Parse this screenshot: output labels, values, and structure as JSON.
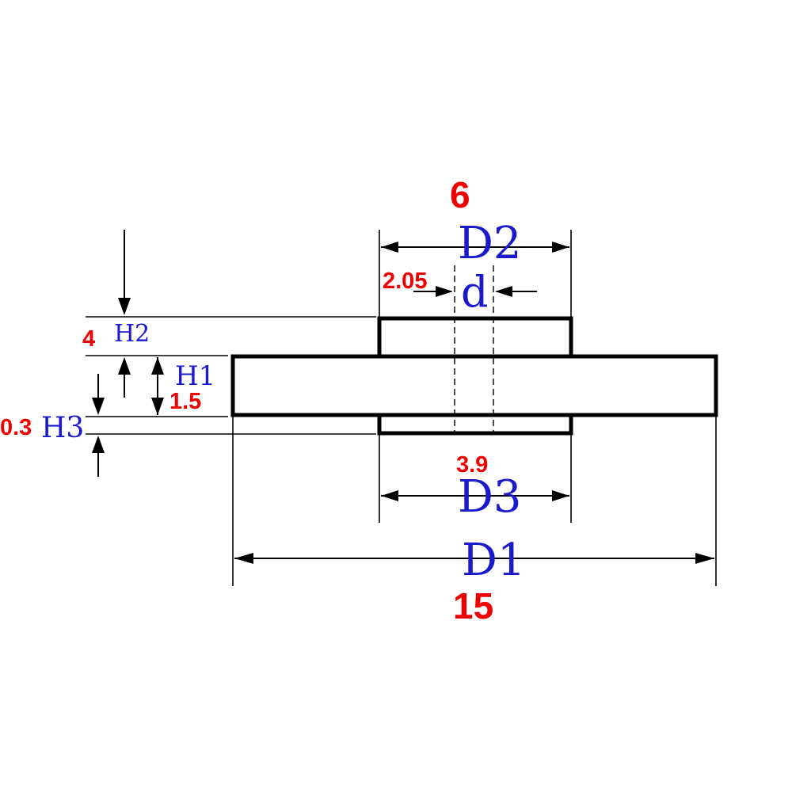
{
  "colors": {
    "labels": "#1a1acc",
    "values": "#ee0000",
    "lines": "#000000",
    "background": "#ffffff"
  },
  "labels": {
    "d1": "D1",
    "d2": "D2",
    "d3": "D3",
    "d": "d",
    "h1": "H1",
    "h2": "H2",
    "h3": "H3"
  },
  "values": {
    "d1": "15",
    "d2": "6",
    "d3": "3.9",
    "d": "2.05",
    "h1": "1.5",
    "h2": "4",
    "h3": "0.3"
  }
}
